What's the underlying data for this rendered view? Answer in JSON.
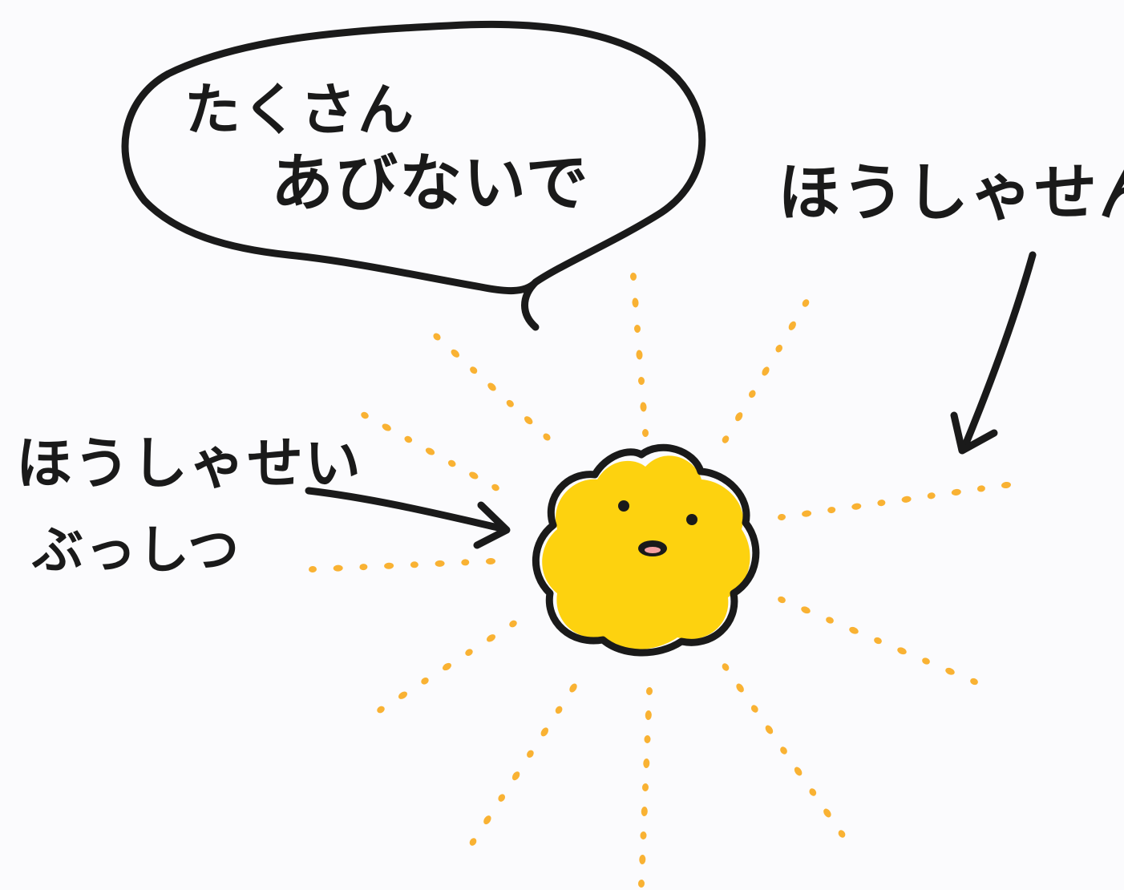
{
  "speech_bubble": {
    "line1": "たくさん",
    "line2": "あびないで"
  },
  "labels": {
    "radioactive_material_line1": "ほうしゃせい",
    "radioactive_material_line2": "ぶっしつ",
    "radiation": "ほうしゃせん"
  },
  "colors": {
    "background": "#fbfbfd",
    "outline": "#1a1a1a",
    "body_fill": "#fdd20f",
    "ray_dots": "#f9b233"
  },
  "icons": {
    "character": "wavy-yellow-blob-character-icon",
    "rays": "dotted-radiating-rays",
    "arrows": "hand-drawn-arrow-icon"
  }
}
